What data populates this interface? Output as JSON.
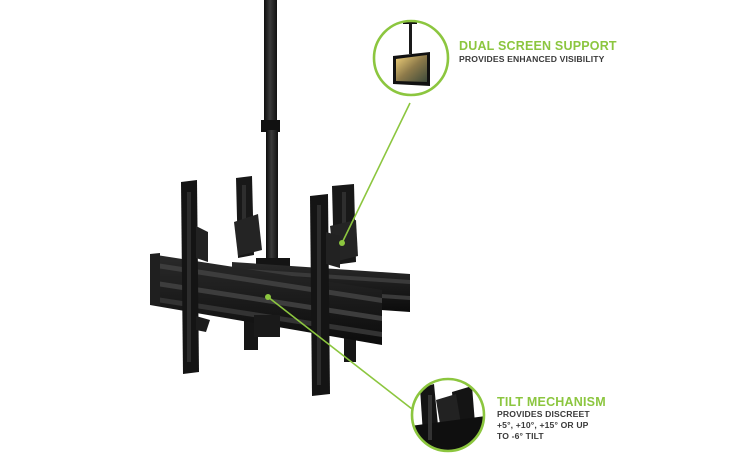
{
  "accent_color": "#8cc63f",
  "callouts": {
    "dual_screen": {
      "title": "DUAL SCREEN SUPPORT",
      "lines": [
        "PROVIDES ENHANCED VISIBILITY"
      ]
    },
    "tilt": {
      "title": "TILT MECHANISM",
      "lines": [
        "PROVIDES DISCREET",
        "+5°, +10°, +15° OR UP",
        "TO -6° TILT"
      ]
    }
  },
  "icons": {
    "main": "dual-screen-ceiling-mount-icon",
    "dual_screen_detail": "ceiling-mounted-tv-icon",
    "tilt_detail": "tilt-bracket-icon"
  }
}
